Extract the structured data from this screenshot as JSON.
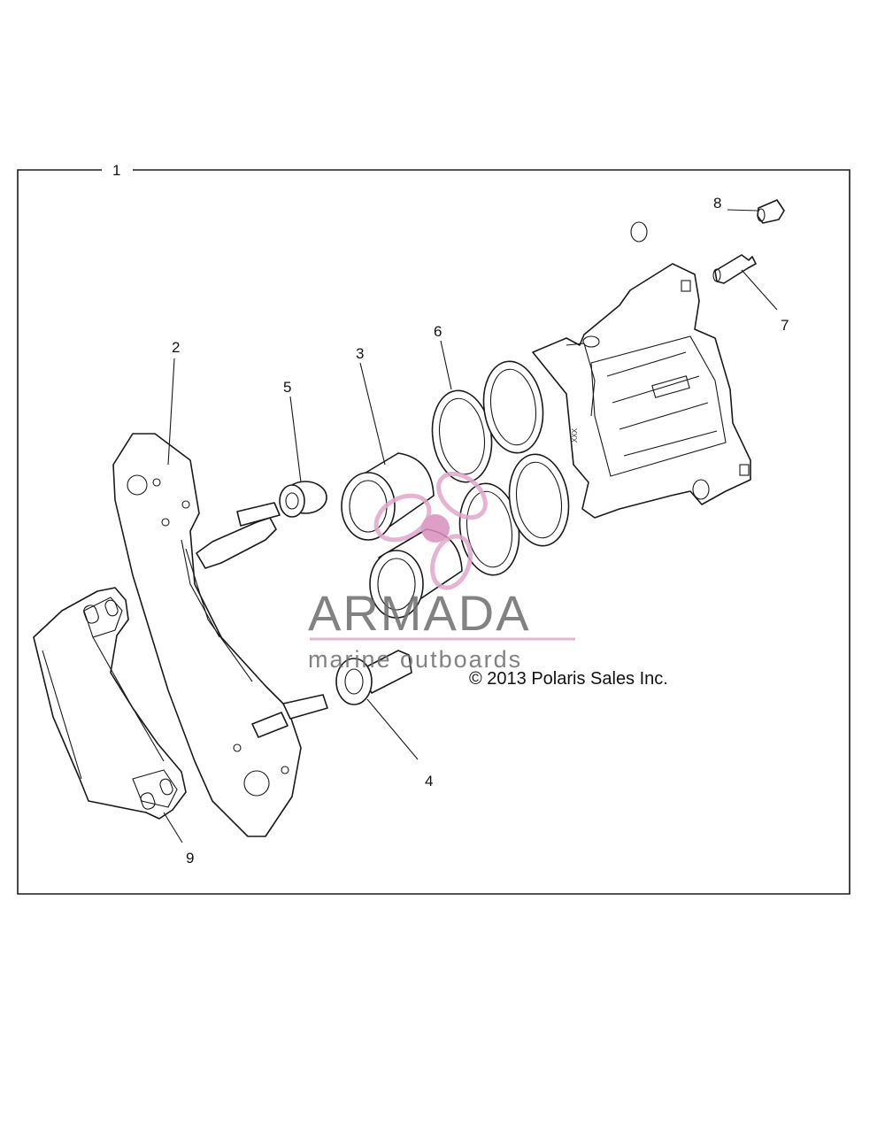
{
  "callouts": {
    "c1": "1",
    "c2": "2",
    "c3": "3",
    "c4": "4",
    "c5": "5",
    "c6": "6",
    "c7": "7",
    "c8": "8",
    "c9": "9"
  },
  "watermark": {
    "brand": "ARMADA",
    "tagline": "marine outboards",
    "accent_color": "#e0a8c8",
    "text_color": "#6d6d6d"
  },
  "copyright": "© 2013 Polaris Sales Inc.",
  "caliper_marking": "XXX"
}
